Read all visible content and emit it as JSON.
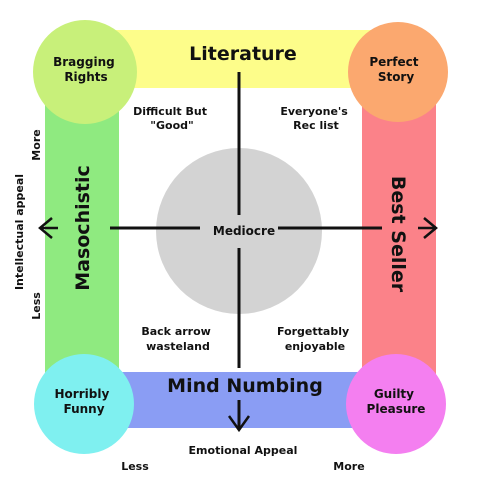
{
  "diagram": {
    "top_label": "Literature",
    "bottom_label": "Mind Numbing",
    "left_label": "Masochistic",
    "right_label": "Best Seller",
    "center_label": "Mediocre",
    "corners": {
      "top_left": [
        "Bragging",
        "Rights"
      ],
      "top_right": [
        "Perfect",
        "Story"
      ],
      "bottom_left": [
        "Horribly",
        "Funny"
      ],
      "bottom_right": [
        "Guilty",
        "Pleasure"
      ]
    },
    "quadrants": {
      "top_left": [
        "Difficult But",
        "\"Good\""
      ],
      "top_right": [
        "Everyone's",
        "Rec list"
      ],
      "bottom_left": [
        "Back arrow",
        "wasteland"
      ],
      "bottom_right": [
        "Forgettably",
        "enjoyable"
      ]
    },
    "y_axis": {
      "label": "Intellectual appeal",
      "more": "More",
      "less": "Less"
    },
    "x_axis": {
      "label": "Emotional Appeal",
      "less": "Less",
      "more": "More"
    },
    "colors": {
      "top_band": "#fdfd8a",
      "bottom_band": "#8a9df4",
      "left_band": "#8fea80",
      "right_band": "#fb8289",
      "center_circle": "#d3d3d3",
      "circle_top_left": "#c8f07a",
      "circle_top_right": "#fba86f",
      "circle_bottom_left": "#7ff0f0",
      "circle_bottom_right": "#f47ff0"
    }
  }
}
